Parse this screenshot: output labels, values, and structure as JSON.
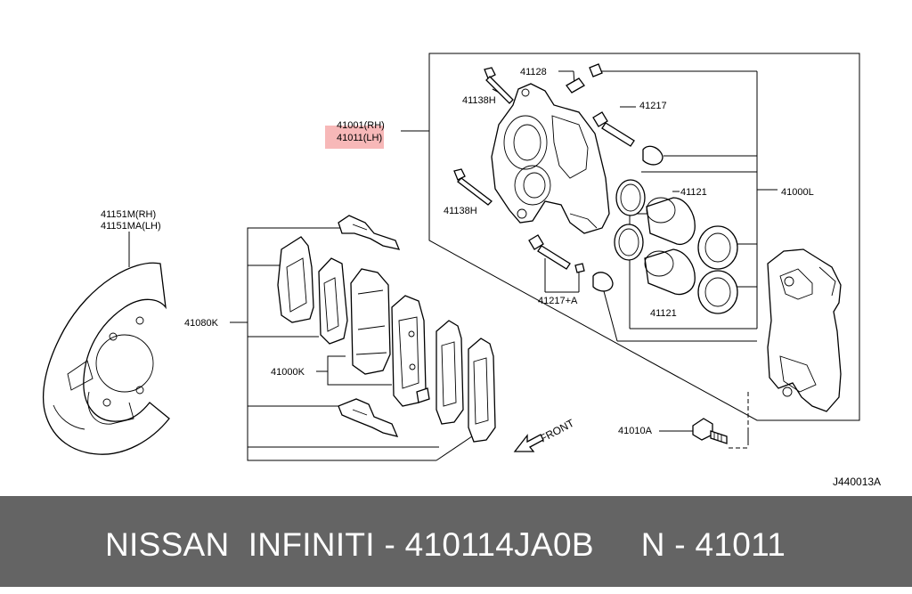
{
  "labels": {
    "l41128": "41128",
    "l41138h_top": "41138H",
    "l41217": "41217",
    "l41001": "41001(RH)",
    "l41011": "41011(LH)",
    "l41138h_mid": "41138H",
    "l41121_top": "41121",
    "l41000l": "41000L",
    "l41151m": "41151M(RH)",
    "l41151ma": "41151MA(LH)",
    "l41080k": "41080K",
    "l41000k": "41000K",
    "l41217a": "41217+A",
    "l41121_bot": "41121",
    "l41010a": "41010A",
    "front": "FRONT",
    "code": "J440013A"
  },
  "colors": {
    "highlight": "#f7b8b8",
    "footer_bg": "#646464",
    "footer_text": "#ffffff"
  },
  "footer": {
    "text": "NISSAN  INFINITI - 410114JA0B     N - 41011"
  }
}
